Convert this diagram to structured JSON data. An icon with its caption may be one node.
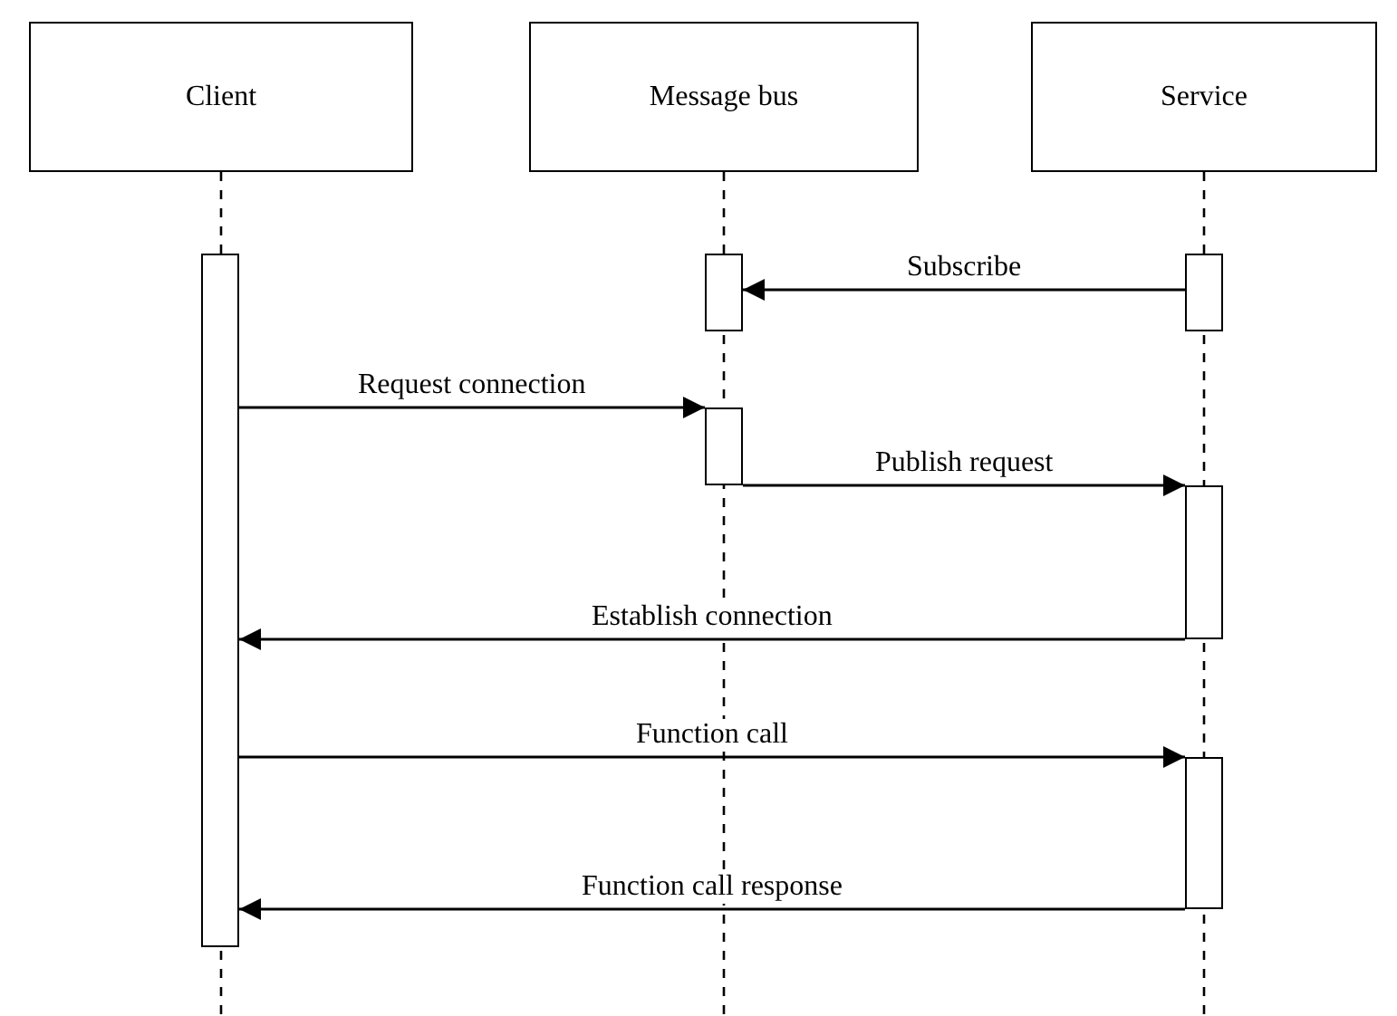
{
  "diagram": {
    "nodes": [
      {
        "text": [
          "Client"
        ]
      },
      {
        "text": [
          "Message bus"
        ]
      },
      {
        "text": [
          "Service"
        ]
      },
      {
        "text": [],
        "shape": "bar"
      },
      {
        "text": [],
        "shape": "bar"
      },
      {
        "text": [],
        "shape": "bar"
      },
      {
        "text": [],
        "shape": "bar"
      },
      {
        "text": [],
        "shape": "bar"
      },
      {
        "text": [],
        "shape": "bar"
      }
    ],
    "edges": [
      {
        "from": 5,
        "to": 4,
        "arrow": "to",
        "label": "Subscribe"
      },
      {
        "from": 3,
        "to": 6,
        "arrow": "to",
        "label": "Request connection"
      },
      {
        "from": 6,
        "to": 7,
        "arrow": "to",
        "label": "Publish request"
      },
      {
        "from": 7,
        "to": 3,
        "arrow": "to",
        "label": "Establish connection"
      },
      {
        "from": 3,
        "to": 8,
        "arrow": "to",
        "label": "Function call"
      },
      {
        "from": 8,
        "to": 3,
        "arrow": "to",
        "label": "Function call response"
      }
    ]
  }
}
